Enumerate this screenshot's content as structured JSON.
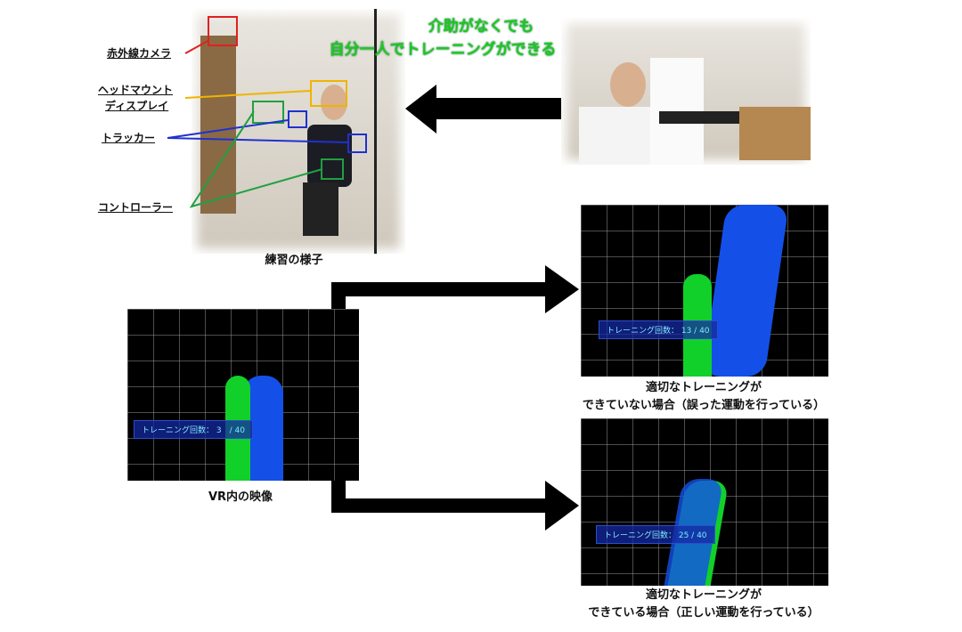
{
  "labels": {
    "ir_camera": "赤外線カメラ",
    "hmd_line1": "ヘッドマウント",
    "hmd_line2": "ディスプレイ",
    "tracker": "トラッカー",
    "controller": "コントローラー"
  },
  "practice_caption": "練習の様子",
  "headline": {
    "line1": "介助がなくでも",
    "line2": "自分一人でトレーニングができる"
  },
  "vr_caption": "VR内の映像",
  "vr_panels": [
    {
      "counter": "トレーニング回数： 3　/ 40"
    },
    {
      "counter": "トレーニング回数： 13 / 40",
      "caption1": "適切なトレーニングが",
      "caption2": "できていない場合（誤った運動を行っている）"
    },
    {
      "counter": "トレーニング回数： 25 / 40",
      "caption1": "適切なトレーニングが",
      "caption2": "できている場合（正しい運動を行っている）"
    }
  ],
  "colors": {
    "camera": "#e02020",
    "hmd": "#f0b400",
    "tracker": "#2030d0",
    "controller": "#20a040",
    "headline": "#1ec81e",
    "arm_green": "#12d02a",
    "arm_blue": "#1450e8"
  }
}
